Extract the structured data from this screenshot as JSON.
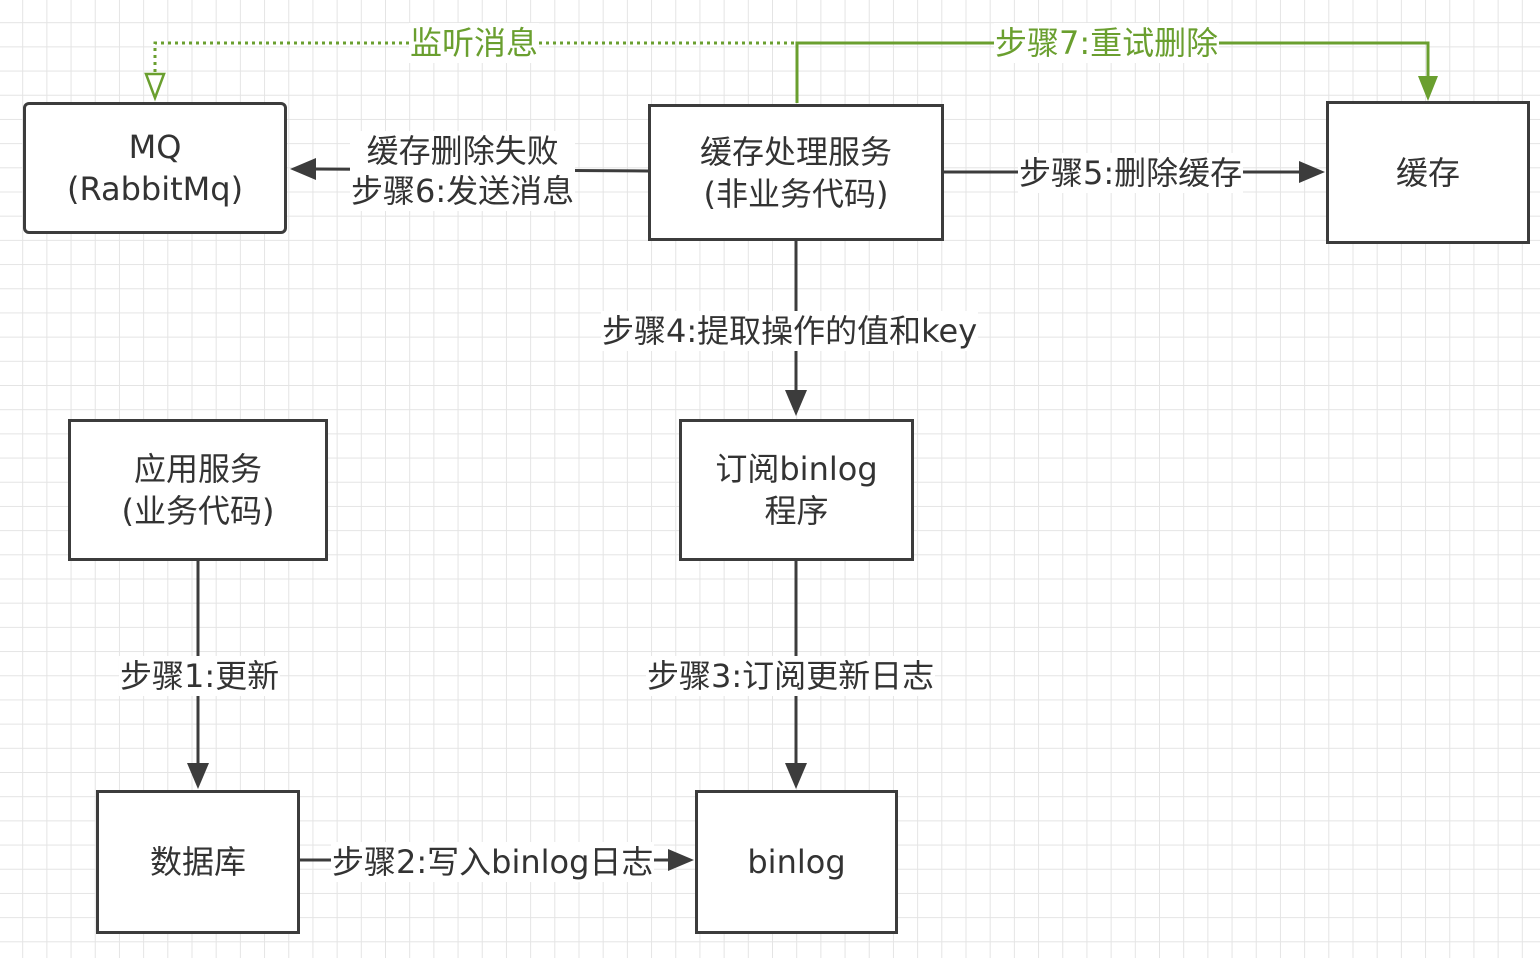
{
  "colors": {
    "edge": "#3c3c3c",
    "edge_green": "#6a9f2f",
    "label_green": "#6a9f2f",
    "text": "#333333"
  },
  "nodes": {
    "mq": {
      "line1": "MQ",
      "line2": "(RabbitMq)"
    },
    "cache_service": {
      "line1": "缓存处理服务",
      "line2": "(非业务代码)"
    },
    "cache": {
      "line1": "缓存"
    },
    "app_service": {
      "line1": "应用服务",
      "line2": "(业务代码)"
    },
    "binlog_subscriber": {
      "line1": "订阅binlog",
      "line2": "程序"
    },
    "database": {
      "line1": "数据库"
    },
    "binlog": {
      "line1": "binlog"
    }
  },
  "edges": {
    "listen": "监听消息",
    "step7": "步骤7:重试删除",
    "step6_line1": "缓存删除失败",
    "step6_line2": "步骤6:发送消息",
    "step5": "步骤5:删除缓存",
    "step4": "步骤4:提取操作的值和key",
    "step1": "步骤1:更新",
    "step3": "步骤3:订阅更新日志",
    "step2": "步骤2:写入binlog日志"
  }
}
